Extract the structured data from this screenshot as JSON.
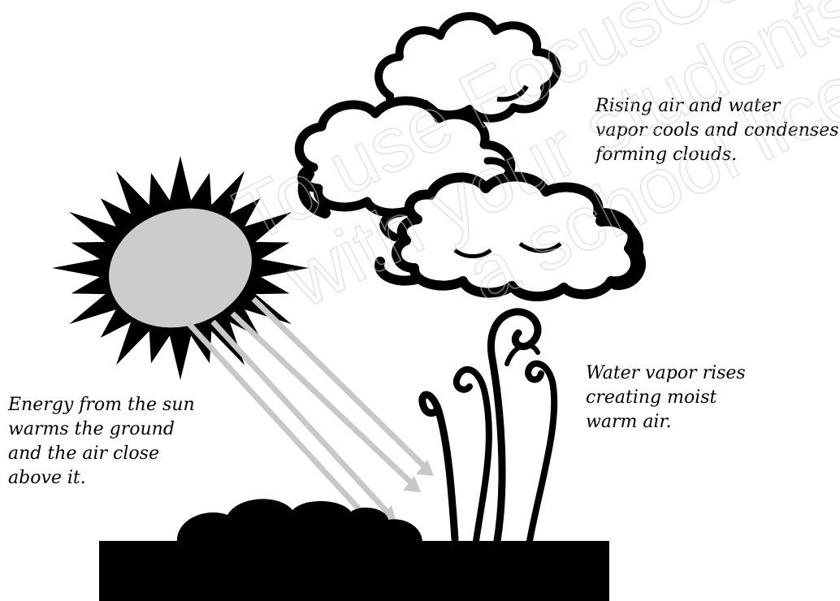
{
  "captions": {
    "clouds": [
      "Rising air and water",
      "vapor cools and condenses",
      "forming clouds."
    ],
    "vapor": [
      "Water vapor rises",
      "creating moist",
      "warm air."
    ],
    "sun": [
      "Energy from the sun",
      "warms the ground",
      "and the air close",
      "above it."
    ]
  },
  "watermark": {
    "line1": "To use FocusCurriculum, please",
    "line2": "with your students, please",
    "line3": "a school license"
  },
  "colors": {
    "ink": "#000000",
    "sun_disc": "#cccccc",
    "rays": "#c8c8c8",
    "background": "#ffffff"
  },
  "icons": [
    "sun-icon",
    "cloud-icon",
    "vapor-swirl-icon",
    "ground-block"
  ]
}
